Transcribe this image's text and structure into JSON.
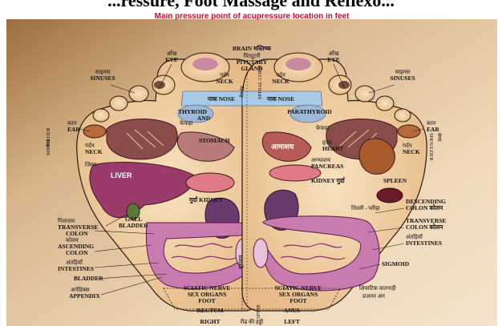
{
  "header_fragment": "...ressure, Foot Massage and Reflexo...",
  "title": "Main pressure point of acupressure location in feet",
  "labels": {
    "brain": "BRAIN मस्तिष्क",
    "pituitary": "पिट्यूटरी",
    "pituitary_en": "PITUTARY",
    "gland": "GLAND",
    "eye_l_hi": "आँख",
    "eye_l": "EYE",
    "eye_r_hi": "आँख",
    "eye_r": "EYE",
    "sinuses_l_hi": "साइनस",
    "sinuses_l": "SINUSES",
    "sinuses_r_hi": "साइनस",
    "sinuses_r": "SINUSES",
    "neck_top_l_hi": "गर्दन",
    "neck_top_l": "NECK",
    "neck_top_r_hi": "गर्दन",
    "neck_top_r": "NECK",
    "neck_l_hi": "गर्दन",
    "neck_l": "NECK",
    "neck_r_hi": "गर्दन",
    "neck_r": "NECK",
    "nose_l": "नाक NOSE",
    "nose_r": "नाक NOSE",
    "thyroid_l": "THYROID",
    "and_l": "AND",
    "parathyroid_r": "PARATHYROID",
    "ear_l_hi": "कान",
    "ear_l": "EAR",
    "ear_r_hi": "कान",
    "ear_r": "EAR",
    "shoulder_l": "SHOULDER",
    "shoulder_l_hi": "कंधा",
    "shoulder_r": "SHOULDER",
    "shoulder_r_hi": "कंधा",
    "lung_l": "फेफड़ा",
    "lung_r": "फेफड़ा",
    "stomach": "STOMACH",
    "stomach_hi": "आमाशय",
    "liver": "LIVER",
    "liver_hi": "जिगर",
    "heart_hi": "हृदय",
    "heart": "HEART",
    "pancreas_hi": "अग्न्याशय",
    "pancreas": "PANCREAS",
    "kidney_l": "गुर्दा KIDNEY",
    "kidney_r": "KIDNEY गुर्दा",
    "spleen": "SPLEEN",
    "spleen_hi": "तिल्ली - प्लीहा",
    "gall_bladder_1": "GALL",
    "gall_bladder_2": "BLADDER",
    "transverse_colon_l_hi": "पित्ताशय",
    "transverse_colon_l_1": "TRANSVERSE",
    "transverse_colon_l_2": "COLON",
    "ascending_colon_hi": "कोलन",
    "ascending_colon_1": "ASCENDING",
    "ascending_colon_2": "COLON",
    "intestines_l_hi": "अंतड़ियाँ",
    "intestines_l": "INTESTINES",
    "bladder": "BLADDER",
    "appendix_hi": "अपेंडिक्स",
    "appendix": "APPENDIX",
    "descending_colon_1": "DESCENDING",
    "descending_colon_2": "COLON कोलन",
    "transverse_colon_r_1": "TRANSVERSE",
    "transverse_colon_r_2": "COLON कोलन",
    "intestines_r_hi": "अंतड़ियाँ",
    "intestines_r": "INTESTINES",
    "sigmoid": "SIGMOID",
    "spinal_cord": "SPINAL CORD",
    "spinal_cord_hi": "मेरुदंड",
    "bladder_r_hi": "मूत्राशय",
    "sciatic_l": "SCIATIC NERVE",
    "sex_organs_l": "SEX ORGANS",
    "foot_l": "FOOT",
    "sciatic_r": "SCIATIC NERVE",
    "sex_organs_r": "SEX ORGANS",
    "foot_r": "FOOT",
    "sciatic_hi": "शियाटिक वातनाड़ी",
    "sex_organs_hi": "प्रजनन अंग",
    "rectum": "RECTUM",
    "anus": "ANUS",
    "spine": "SPINE",
    "right": "RIGHT",
    "left": "LEFT",
    "spine_hi": "रीढ़ की हड्डी"
  },
  "colors": {
    "title": "#c8102e",
    "skin": "#f2d3a6",
    "liver": "#9b3b6b",
    "intestine": "#c97bb0",
    "lung": "#8a4b4b",
    "kidney": "#6a3a6e",
    "sinus_band": "#a9c9e8"
  }
}
